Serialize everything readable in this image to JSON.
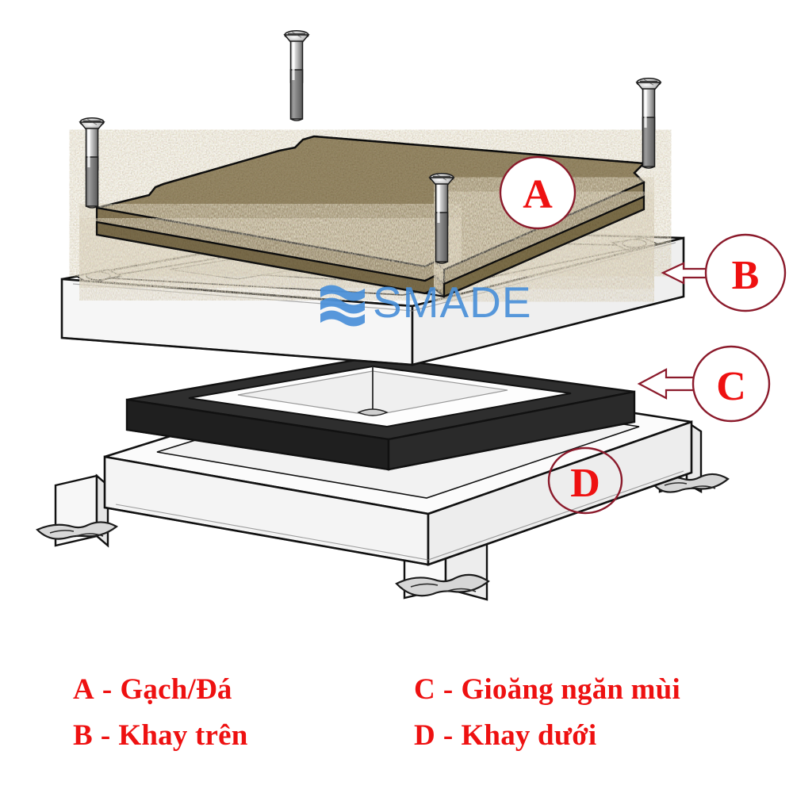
{
  "diagram": {
    "type": "exploded-assembly-view",
    "subject": "Floor access hatch / tile-insert drain cover assembly",
    "background_color": "#ffffff",
    "line_color": "#111111",
    "callout_color": "#8b1a2b",
    "label_color": "#ee1111"
  },
  "watermark": {
    "text": "SMADE",
    "logo_name": "wave-bars-logo",
    "color": "#4a90d9",
    "wave_color": "#3f8fd6"
  },
  "callouts": [
    {
      "id": "A",
      "label": "A",
      "shape": "circle",
      "has_arrow": false,
      "target": "stone-tile-plate"
    },
    {
      "id": "B",
      "label": "B",
      "shape": "ellipse",
      "has_arrow": true,
      "arrow_direction": "left",
      "target": "upper-tray"
    },
    {
      "id": "C",
      "label": "C",
      "shape": "circle",
      "has_arrow": true,
      "arrow_direction": "left",
      "target": "odour-seal-gasket"
    },
    {
      "id": "D",
      "label": "D",
      "shape": "ellipse",
      "has_arrow": false,
      "target": "lower-tray"
    }
  ],
  "parts": [
    {
      "id": "A",
      "name": "stone-tile-plate",
      "color": "#9b8e6e",
      "edge_color": "#8a7c5c"
    },
    {
      "id": "B",
      "name": "upper-tray",
      "color": "#f2f2f2",
      "panel_color": "#b9bdc0"
    },
    {
      "id": "C",
      "name": "odour-seal-gasket",
      "color": "#2b2b2b"
    },
    {
      "id": "D",
      "name": "lower-tray",
      "color": "#f4f4f4",
      "foot_color": "#3a3a3a"
    }
  ],
  "fasteners": {
    "name": "countersunk-screw",
    "count": 4,
    "head_color": "#cfcfcf",
    "shank_color": "#7a7a7a"
  },
  "legend": {
    "separator": "-",
    "items": [
      {
        "key": "A",
        "text": "Gạch/Đá"
      },
      {
        "key": "B",
        "text": "Khay trên"
      },
      {
        "key": "C",
        "text": "Gioăng ngăn mùi"
      },
      {
        "key": "D",
        "text": "Khay dưới"
      }
    ]
  }
}
